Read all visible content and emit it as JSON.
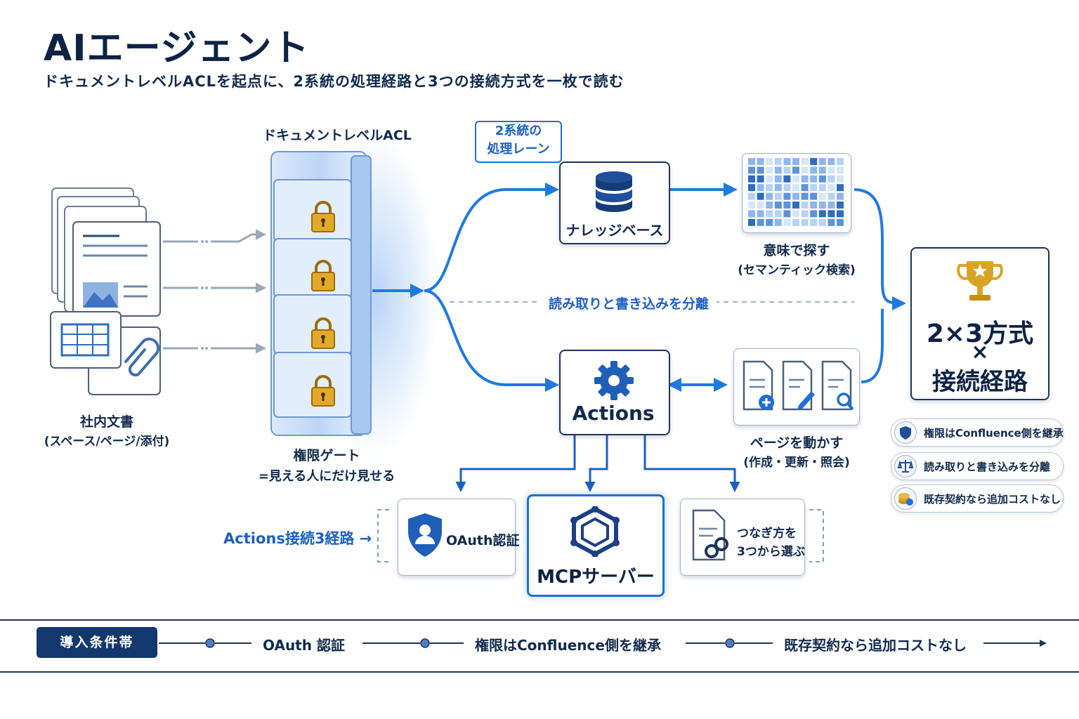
{
  "title": "AIエージェント",
  "subtitle": "ドキュメントレベルACLを起点に、2系統の処理経路と3つの接続方式を一枚で読む",
  "docs": {
    "label_1": "社内文書",
    "label_2": "(スペース/ページ/添付)"
  },
  "gate": {
    "top_label": "ドキュメントレベルACL",
    "label_1": "権限ゲート",
    "label_2": "=見える人にだけ見せる"
  },
  "lanes": {
    "tag_1": "2系統の",
    "tag_2": "処理レーン",
    "separator": "読み取りと書き込みを分離",
    "knowledge_base": "ナレッジベース",
    "semantic_1": "意味で探す",
    "semantic_2": "(セマンティック検索)",
    "actions": "Actions",
    "pages_1": "ページを動かす",
    "pages_2": "(作成・更新・照会)"
  },
  "connections": {
    "label": "Actions接続3経路 →",
    "oauth": "OAuth認証",
    "mcp": "MCPサーバー",
    "choose_1": "つなぎ方を",
    "choose_2": "3つから選ぶ"
  },
  "result": {
    "line_1": "2×3方式",
    "line_2": "×",
    "line_3": "接続経路"
  },
  "benefits": [
    {
      "icon": "shield-icon",
      "label": "権限はConfluence側を継承"
    },
    {
      "icon": "scale-icon",
      "label": "読み取りと書き込みを分離"
    },
    {
      "icon": "coins-icon",
      "label": "既存契約なら追加コストなし"
    }
  ],
  "band": {
    "tag": "導入条件帯",
    "items": [
      "OAuth 認証",
      "権限はConfluence側を継承",
      "既存契約なら追加コストなし"
    ]
  },
  "colors": {
    "navy": "#0d2244",
    "accent": "#1f7ae0",
    "gold": "#d9a425"
  }
}
